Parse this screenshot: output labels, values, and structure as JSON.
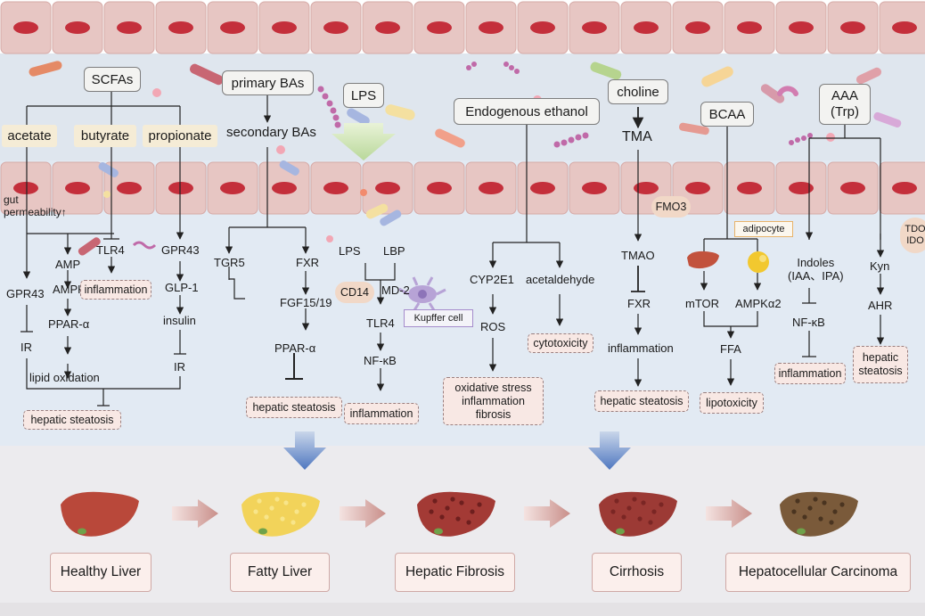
{
  "scfa": {
    "title": "SCFAs",
    "acetate": "acetate",
    "butyrate": "butyrate",
    "propionate": "propionate",
    "gut_permeability": "gut\npermeability↑",
    "amp": "AMP",
    "ampk": "AMPK",
    "ppar_alpha": "PPAR-α",
    "lipid_oxidation": "lipid oxidation",
    "tlr4": "TLR4",
    "inflammation": "inflammation",
    "gpr43_left": "GPR43",
    "ir_left": "IR",
    "gpr43_right": "GPR43",
    "glp1": "GLP-1",
    "insulin": "insulin",
    "ir_right": "IR",
    "hepatic_steatosis": "hepatic steatosis"
  },
  "bile_acids": {
    "primary": "primary BAs",
    "secondary": "secondary BAs",
    "tgr5": "TGR5",
    "fxr": "FXR",
    "fgf": "FGF15/19",
    "ppar_alpha": "PPAR-α",
    "hepatic_steatosis": "hepatic steatosis"
  },
  "lps": {
    "title": "LPS",
    "lps": "LPS",
    "lbp": "LBP",
    "cd14": "CD14",
    "md2": "MD-2",
    "kupffer": "Kupffer cell",
    "tlr4": "TLR4",
    "nfkb": "NF-κB",
    "inflammation": "inflammation"
  },
  "ethanol": {
    "title": "Endogenous ethanol",
    "cyp2e1": "CYP2E1",
    "acetaldehyde": "acetaldehyde",
    "ros": "ROS",
    "cytotoxicity": "cytotoxicity",
    "outcome": "oxidative stress\ninflammation\nfibrosis"
  },
  "choline": {
    "title": "choline",
    "tma": "TMA",
    "fmo3": "FMO3",
    "tmao": "TMAO",
    "fxr": "FXR",
    "inflammation": "inflammation",
    "hepatic_steatosis": "hepatic steatosis"
  },
  "bcaa": {
    "title": "BCAA",
    "adipocyte": "adipocyte",
    "mtor": "mTOR",
    "ampk": "AMPKα2",
    "ffa": "FFA",
    "lipotoxicity": "lipotoxicity"
  },
  "aaa": {
    "title": "AAA\n(Trp)",
    "tdo_ido": "TDO\nIDO",
    "indoles": "Indoles\n(IAA、IPA)",
    "nfkb": "NF-κB",
    "inflammation": "inflammation",
    "kyn": "Kyn",
    "ahr": "AHR",
    "hepatic_steatosis": "hepatic\nsteatosis"
  },
  "stages": [
    "Healthy Liver",
    "Fatty Liver",
    "Hepatic Fibrosis",
    "Cirrhosis",
    "Hepatocellular Carcinoma"
  ],
  "colors": {
    "epithelium": "#e7c6c3",
    "nucleus": "#c42f3b",
    "lumen": "#dfe6ee",
    "tissue": "#e2eaf3",
    "bottom_band": "#ecebee",
    "stage_box": "#fbefec",
    "liver_healthy": "#b9483a",
    "liver_fatty": "#f2d35a",
    "liver_fibrosis": "#a33a35",
    "liver_cirrhosis": "#9c3a35",
    "liver_hcc": "#7a5a3a"
  }
}
